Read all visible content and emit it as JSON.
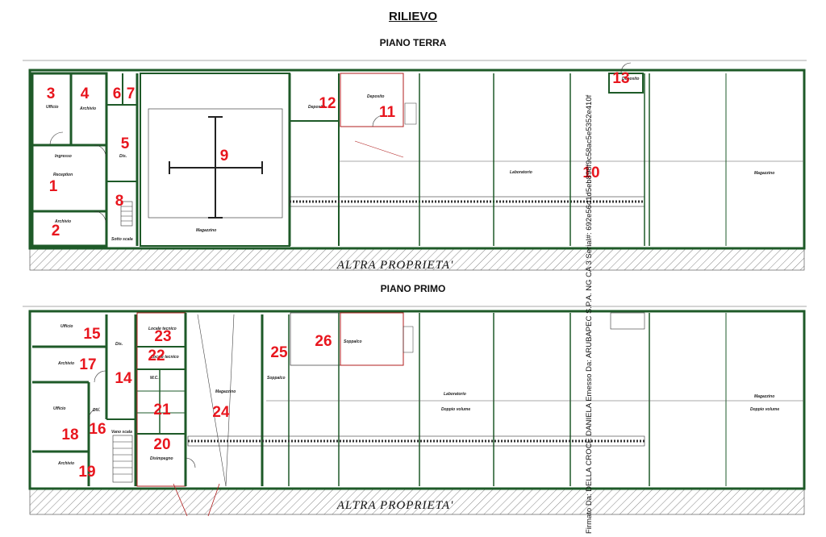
{
  "title": "RILIEVO",
  "floors": [
    {
      "name": "PIANO TERRA",
      "neighbor": "ALTRA PROPRIETA'",
      "rooms": [
        {
          "num": "1",
          "label": "Reception"
        },
        {
          "num": "2",
          "label": "Archivio"
        },
        {
          "num": "3",
          "label": "Ufficio"
        },
        {
          "num": "4",
          "label": "Archivio"
        },
        {
          "num": "5",
          "label": "Dis."
        },
        {
          "num": "6",
          "label": ""
        },
        {
          "num": "7",
          "label": ""
        },
        {
          "num": "8",
          "label": "Sotto scala"
        },
        {
          "num": "9",
          "label": "Magazzino"
        },
        {
          "num": "10",
          "label": "Laboratorio"
        },
        {
          "num": "11",
          "label": "Deposito"
        },
        {
          "num": "12",
          "label": "Deposito"
        },
        {
          "num": "13",
          "label": "Deposito"
        }
      ],
      "other_labels": [
        "Ingresso",
        "Magazzino"
      ]
    },
    {
      "name": "PIANO PRIMO",
      "neighbor": "ALTRA PROPRIETA'",
      "rooms": [
        {
          "num": "14",
          "label": "Dis."
        },
        {
          "num": "15",
          "label": "Ufficio"
        },
        {
          "num": "16",
          "label": "Dis."
        },
        {
          "num": "17",
          "label": "Archivio"
        },
        {
          "num": "18",
          "label": "Ufficio"
        },
        {
          "num": "19",
          "label": "Archivio"
        },
        {
          "num": "20",
          "label": "Disimpegno"
        },
        {
          "num": "21",
          "label": "W.C."
        },
        {
          "num": "22",
          "label": "Locale tecnico"
        },
        {
          "num": "23",
          "label": "Locale tecnico"
        },
        {
          "num": "24",
          "label": "Magazzino"
        },
        {
          "num": "25",
          "label": "Soppalco"
        },
        {
          "num": "26",
          "label": "Soppalco"
        }
      ],
      "other_labels": [
        "Laboratorio",
        "Doppio volume",
        "Magazzino",
        "Doppio volume",
        "Vano scala"
      ]
    }
  ],
  "signature": "Firmato Da: DELLA CROCE DANIELA Emesso Da: ARUBAPEC S.P.A. NG CA 3 Serial#: 692e56d1d5eb898f9c58ac5e5352e410f",
  "colors": {
    "walls": "#1e5a28",
    "numbers": "#e8161e",
    "lines": "#222222"
  }
}
